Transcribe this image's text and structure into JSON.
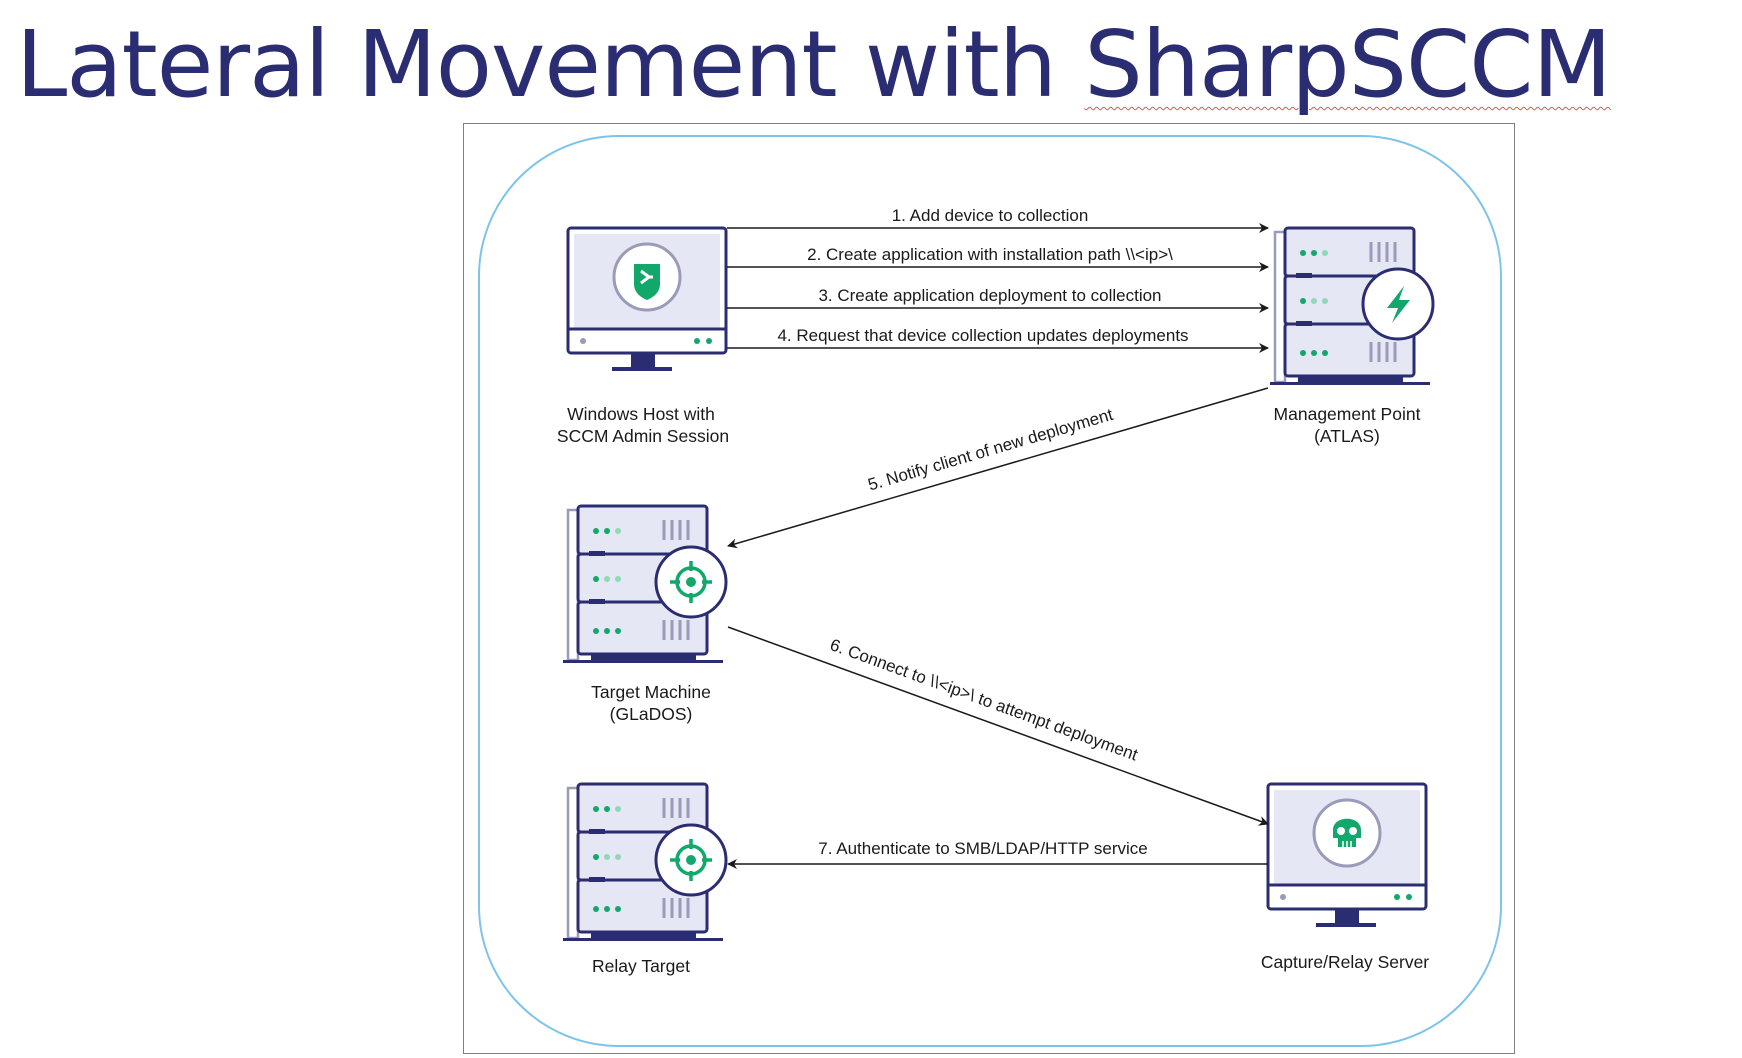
{
  "slide": {
    "title_part1": "Lateral Movement with ",
    "title_part2": "SharpSCCM"
  },
  "colors": {
    "title": "#2b2d72",
    "frame_border": "#7f7f7f",
    "boundary": "#7ec4ea",
    "device_outline": "#2b2d72",
    "device_fill": "#ffffff",
    "screen_fill": "#e6e7f4",
    "accent_green": "#13a86b",
    "arrow": "#1a1a1a"
  },
  "nodes": {
    "windows_host": {
      "label_line1": "Windows Host with",
      "label_line2": "SCCM Admin Session",
      "icon": "shield-icon"
    },
    "management_point": {
      "label_line1": "Management Point",
      "label_line2": "(ATLAS)",
      "icon": "lightning-icon"
    },
    "target_machine": {
      "label_line1": "Target Machine",
      "label_line2": "(GLaDOS)",
      "icon": "crosshair-icon"
    },
    "relay_target": {
      "label_line1": "Relay Target",
      "icon": "crosshair-icon"
    },
    "capture_server": {
      "label_line1": "Capture/Relay Server",
      "icon": "skull-icon"
    }
  },
  "edges": {
    "e1": "1. Add device to collection",
    "e2": "2. Create application with installation path \\\\<ip>\\",
    "e3": "3. Create application deployment to collection",
    "e4": "4. Request that device collection updates deployments",
    "e5": "5. Notify client of new deployment",
    "e6": "6. Connect to \\\\<ip>\\ to attempt deployment",
    "e7": "7. Authenticate to SMB/LDAP/HTTP service"
  }
}
